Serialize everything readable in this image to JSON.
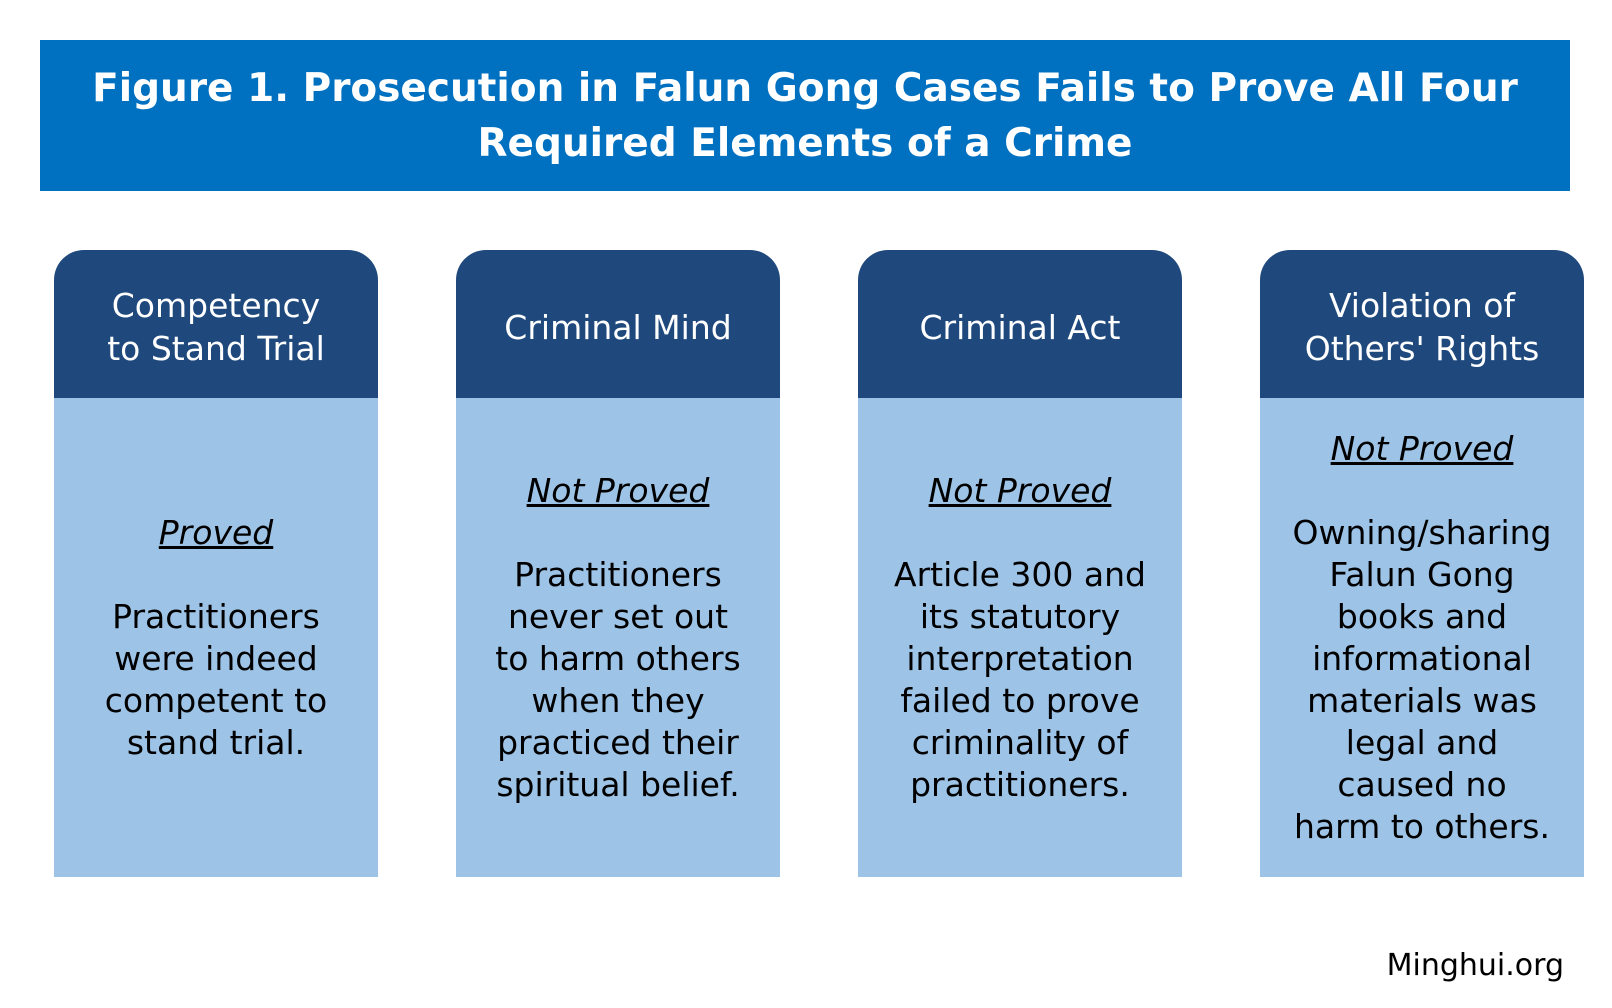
{
  "title": "Figure 1. Prosecution in Falun Gong Cases Fails to Prove All Four\nRequired Elements of a Crime",
  "columns": [
    {
      "header": "Competency\nto Stand Trial",
      "status": "Proved",
      "description": "Practitioners\nwere indeed\ncompetent to\nstand trial."
    },
    {
      "header": "Criminal Mind",
      "status": "Not Proved",
      "description": "Practitioners\nnever set out\nto harm others\nwhen they\npracticed their\nspiritual belief."
    },
    {
      "header": "Criminal Act",
      "status": "Not Proved",
      "description": "Article 300 and\nits statutory\ninterpretation\nfailed to prove\ncriminality of\npractitioners."
    },
    {
      "header": "Violation of\nOthers' Rights",
      "status": "Not Proved",
      "description": "Owning/sharing\nFalun Gong\nbooks and\ninformational\nmaterials was\nlegal and\ncaused no\nharm to others."
    }
  ],
  "credit": "Minghui.org",
  "colors": {
    "banner": "#0070C0",
    "header": "#1F497D",
    "body": "#9DC3E6"
  }
}
